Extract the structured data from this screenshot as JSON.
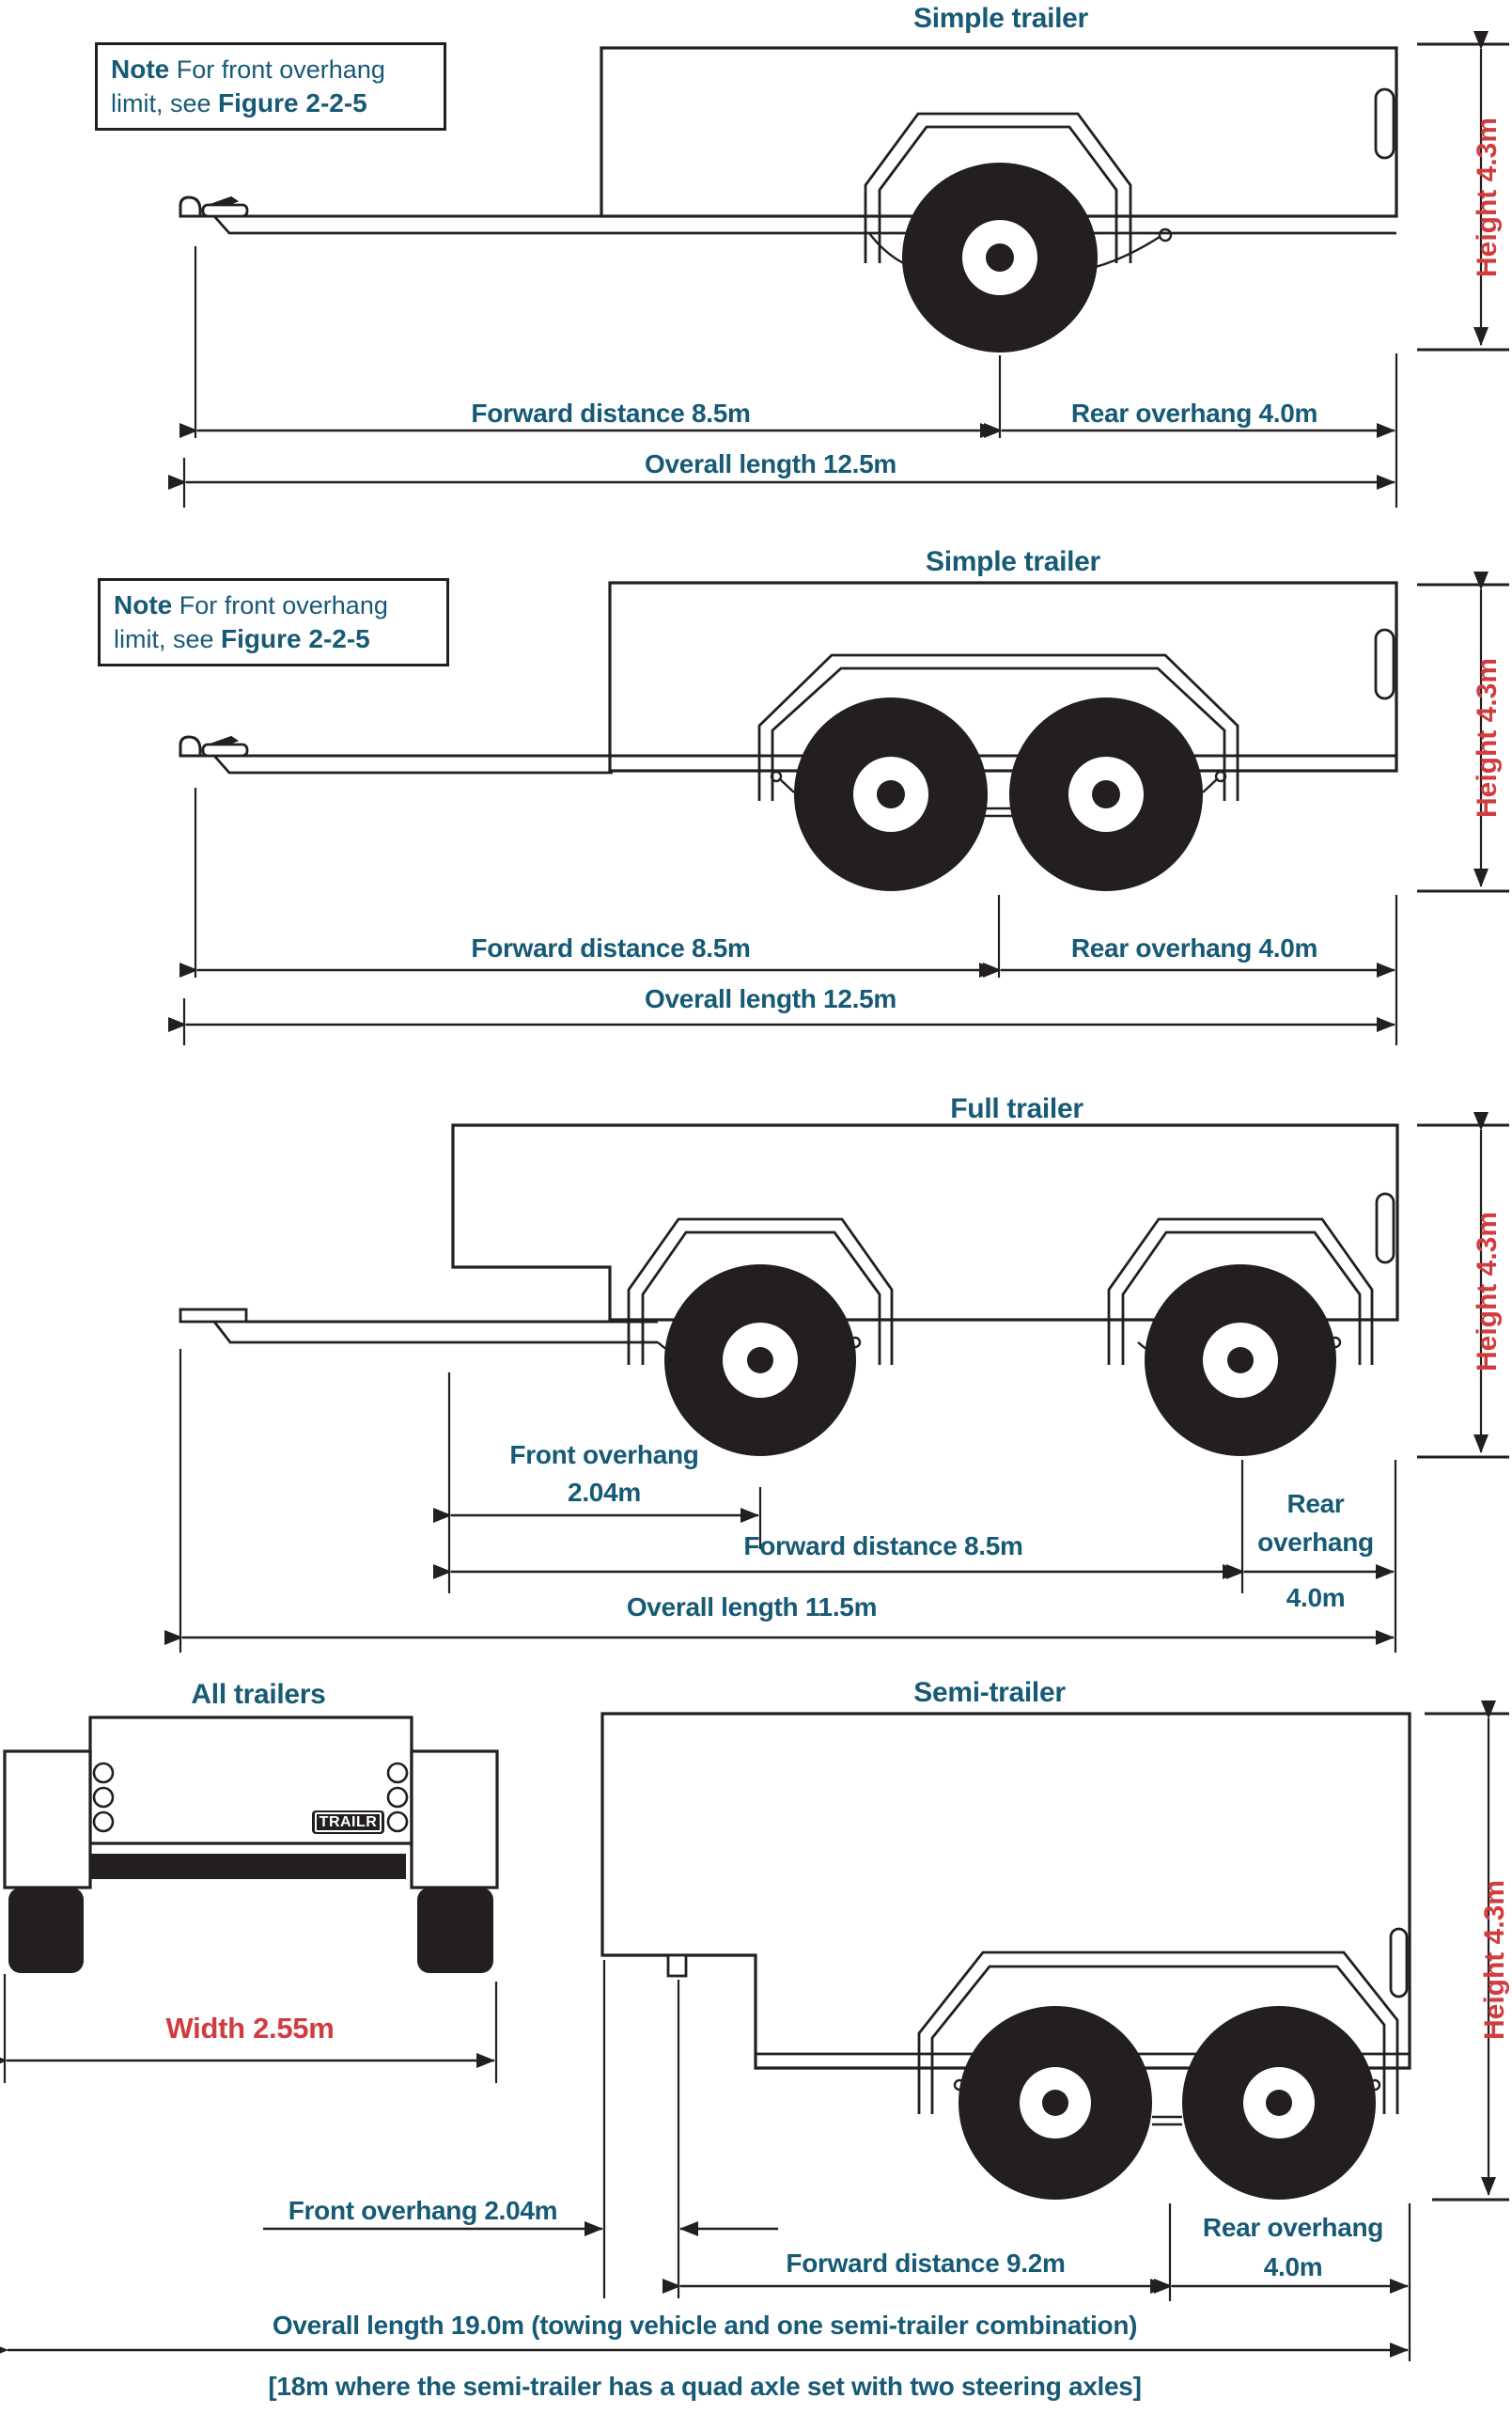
{
  "palette": {
    "teal": "#175a75",
    "red": "#d13c3f",
    "ink": "#231f20"
  },
  "note": {
    "lead": "Note",
    "body": " For front overhang limit, see ",
    "figure": "Figure 2-2-5"
  },
  "d1": {
    "title": "Simple trailer",
    "height": "Height 4.3m",
    "forward": "Forward distance 8.5m",
    "rear_overhang": "Rear overhang 4.0m",
    "overall": "Overall length 12.5m"
  },
  "d2": {
    "title": "Simple trailer",
    "height": "Height 4.3m",
    "forward": "Forward distance 8.5m",
    "rear_overhang": "Rear overhang 4.0m",
    "overall": "Overall length 12.5m"
  },
  "d3": {
    "title": "Full trailer",
    "height": "Height 4.3m",
    "front_overhang_line1": "Front overhang",
    "front_overhang_line2": "2.04m",
    "forward": "Forward distance 8.5m",
    "rear_line1": "Rear",
    "rear_line2": "overhang",
    "rear_line3": "4.0m",
    "overall": "Overall length 11.5m"
  },
  "d4": {
    "title": "All trailers",
    "width": "Width 2.55m",
    "plate": "TRAILR"
  },
  "d5": {
    "title": "Semi-trailer",
    "height": "Height 4.3m",
    "front_overhang": "Front overhang 2.04m",
    "forward": "Forward distance 9.2m",
    "rear_line1": "Rear overhang",
    "rear_line2": "4.0m",
    "overall": "Overall length 19.0m (towing vehicle and one semi-trailer combination)",
    "overall_alt": "[18m where the semi-trailer has a quad axle set with two steering axles]"
  }
}
